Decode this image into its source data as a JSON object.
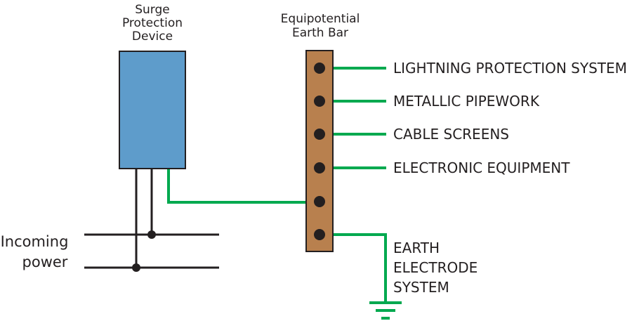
{
  "title": {
    "spd": [
      "Surge",
      "Protection",
      "Device"
    ],
    "earth_bar": [
      "Equipotential",
      "Earth Bar"
    ]
  },
  "connections": [
    "LIGHTNING PROTECTION SYSTEM",
    "METALLIC PIPEWORK",
    "CABLE SCREENS",
    "ELECTRONIC EQUIPMENT"
  ],
  "earth_electrode": [
    "EARTH",
    "ELECTRODE",
    "SYSTEM"
  ],
  "incoming_power": [
    "Incoming",
    "power"
  ],
  "colors": {
    "spd_fill": "#5e9ccb",
    "bar_fill": "#b8804e",
    "bonding_wire": "#00a94f",
    "power_wire": "#231f20",
    "terminal": "#231f20"
  }
}
